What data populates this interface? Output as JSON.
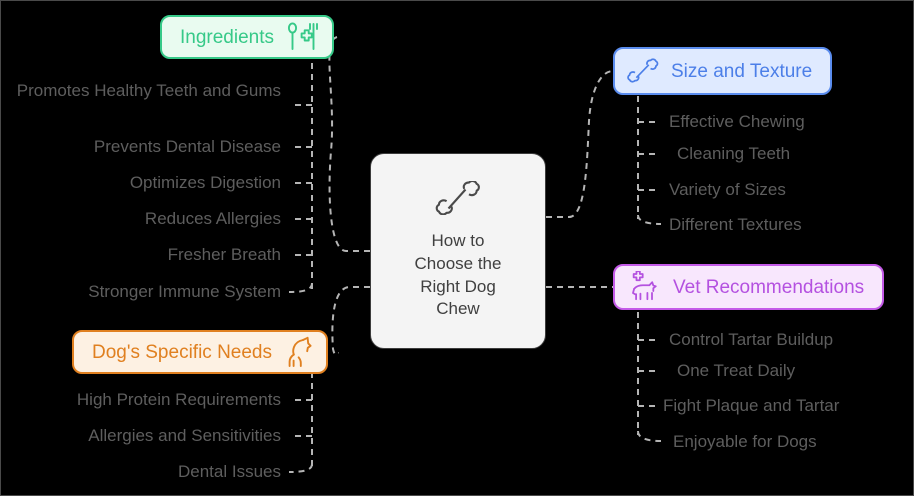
{
  "diagram": {
    "type": "mindmap",
    "title": "How to Choose the Right Dog Chew",
    "background": "#000000",
    "central": {
      "name": "central-node",
      "icon": "bone-icon",
      "lines": [
        "How to",
        "Choose the",
        "Right Dog",
        "Chew"
      ],
      "fill": "#f4f4f4",
      "text_color": "#404040"
    },
    "branches": [
      {
        "id": "ingredients",
        "label": "Ingredients",
        "icon": "nutrition-icon",
        "icon_side": "right",
        "color": "#36c988",
        "fill": "#e9fbf0",
        "side": "left",
        "children": [
          "Promotes Healthy Teeth and Gums",
          "Prevents Dental Disease",
          "Optimizes Digestion",
          "Reduces Allergies",
          "Fresher Breath",
          "Stronger Immune System"
        ]
      },
      {
        "id": "size-and-texture",
        "label": "Size and Texture",
        "icon": "bone-icon",
        "icon_side": "left",
        "color": "#4c7fe8",
        "fill": "#dfeaff",
        "side": "right",
        "children": [
          "Effective Chewing",
          "Cleaning Teeth",
          "Variety of Sizes",
          "Different Textures"
        ]
      },
      {
        "id": "vet-recommendations",
        "label": "Vet Recommendations",
        "icon": "vet-dog-icon",
        "icon_side": "left",
        "color": "#b451e0",
        "fill": "#f8e7fd",
        "side": "right",
        "children": [
          "Control Tartar Buildup",
          "One Treat Daily",
          "Fight Plaque and Tartar",
          "Enjoyable for Dogs"
        ]
      },
      {
        "id": "dogs-specific-needs",
        "label": "Dog's Specific Needs",
        "icon": "dog-icon",
        "icon_side": "right",
        "color": "#e08020",
        "fill": "#fdf1e3",
        "side": "left",
        "children": [
          "High Protein Requirements",
          "Allergies and Sensitivities",
          "Dental Issues"
        ]
      }
    ],
    "edge_style": {
      "color": "#b5b5b5",
      "dash": "6 5",
      "width": 2
    }
  }
}
